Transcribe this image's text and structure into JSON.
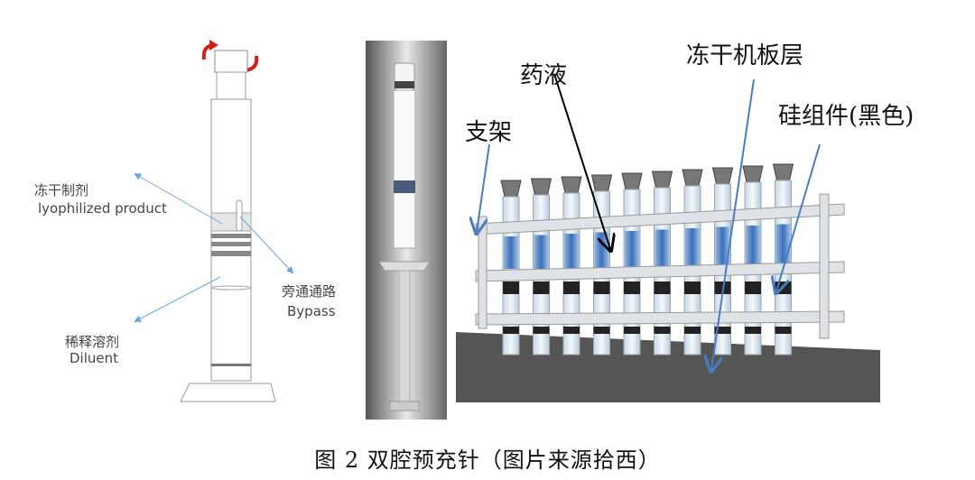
{
  "left_diagram": {
    "label_lyophilized_cn": "冻干制剂",
    "label_lyophilized_en": "lyophilized product",
    "label_bypass_cn": "旁通通路",
    "label_bypass_en": "Bypass",
    "label_diluent_cn": "稀释溶剂",
    "label_diluent_en": "Diluent"
  },
  "right_diagram": {
    "label_solution": "药液",
    "label_shelf": "冻干机板层",
    "label_rack": "支架",
    "label_silicone": "硅组件(黑色)",
    "vial_count": 10,
    "arrow_color": "#4a7cc0"
  },
  "paragraph_mark": "↵",
  "caption": "图 2 双腔预充针（图片来源拾西）"
}
